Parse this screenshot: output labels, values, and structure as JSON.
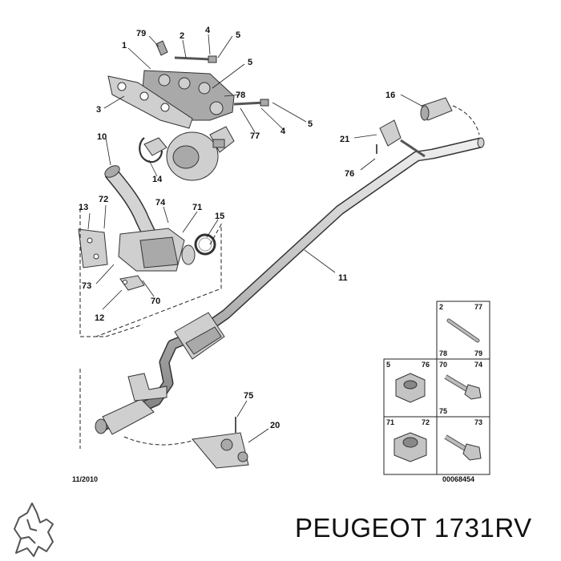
{
  "brand": {
    "text": "PEUGEOT 1731RV",
    "logo": "peugeot-lion-logo"
  },
  "diagram": {
    "date": "11/2010",
    "reference": "00068454",
    "callouts": [
      "79",
      "2",
      "4",
      "5",
      "1",
      "5",
      "3",
      "78",
      "77",
      "4",
      "5",
      "16",
      "21",
      "76",
      "10",
      "14",
      "13",
      "72",
      "74",
      "71",
      "15",
      "11",
      "73",
      "12",
      "70",
      "75",
      "20"
    ],
    "legend": [
      {
        "labels": [
          "2",
          "77",
          "78",
          "79"
        ],
        "icon": "stud-icon"
      },
      {
        "labels": [
          "5",
          "76"
        ],
        "icon": "nut-icon"
      },
      {
        "labels": [
          "70",
          "74",
          "75"
        ],
        "icon": "bolt-icon"
      },
      {
        "labels": [
          "71",
          "72"
        ],
        "icon": "nut-icon"
      },
      {
        "labels": [
          "73"
        ],
        "icon": "bolt-icon"
      }
    ]
  }
}
